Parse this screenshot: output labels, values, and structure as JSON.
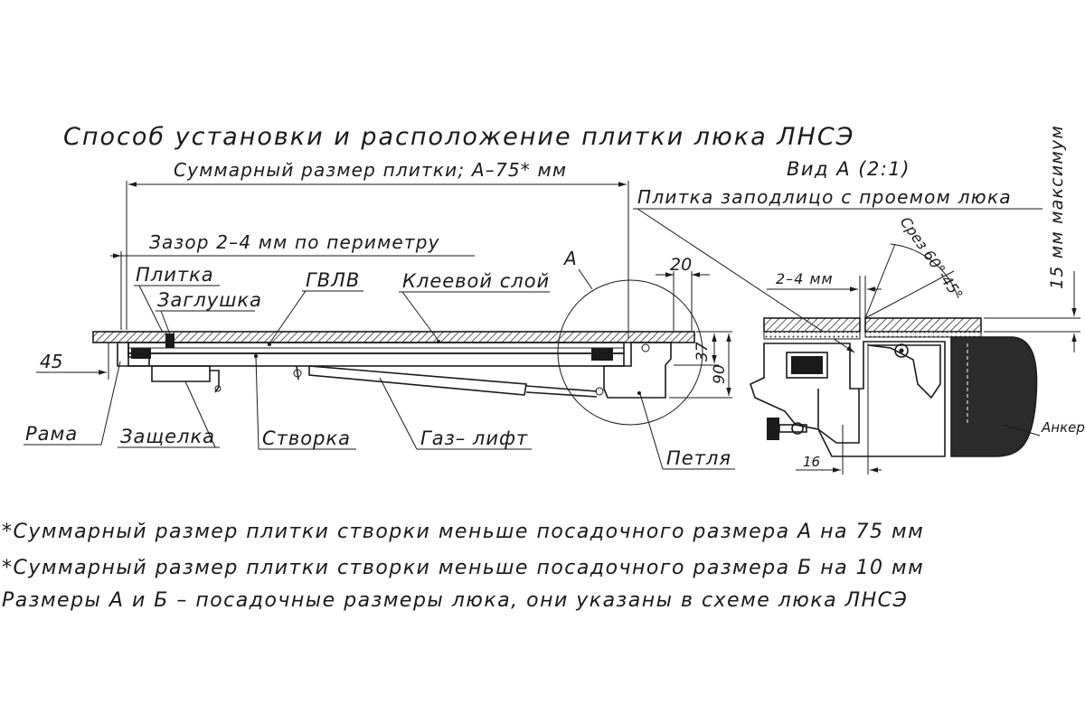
{
  "title": "Способ установки и расположение плитки люка ЛНСЭ",
  "dimensions": {
    "total_tile": "Суммарный размер плитки;  А–75*  мм",
    "gap": "Зазор 2–4  мм по периметру",
    "d45": "45",
    "d20": "20",
    "d37": "37",
    "d90": "90",
    "detail_gap": "2–4  мм",
    "d16": "16",
    "cut": "Срез 60°-45°",
    "max15": "15  мм максимум"
  },
  "labels": {
    "tile": "Плитка",
    "plug": "Заглушка",
    "gvlv": "ГВЛВ",
    "glue": "Клеевой слой",
    "callout_a": "А",
    "frame": "Рама",
    "latch": "Защелка",
    "leaf": "Створка",
    "gas_lift": "Газ– лифт",
    "hinge": "Петля",
    "view_a": "Вид А (2:1)",
    "flush": "Плитка заподлицо с проемом люка",
    "anchor": "Анкер"
  },
  "notes": [
    "*Суммарный размер плитки створки меньше посадочного размера А на 75  мм",
    "*Суммарный размер плитки створки меньше посадочного размера Б на 10  мм",
    "Размеры А и Б –  посадочные размеры люка,  они указаны в схеме люка ЛНСЭ"
  ],
  "colors": {
    "ink": "#1a1a1a",
    "hatch": "#555555",
    "anchor_fill": "#2b2b2b"
  }
}
